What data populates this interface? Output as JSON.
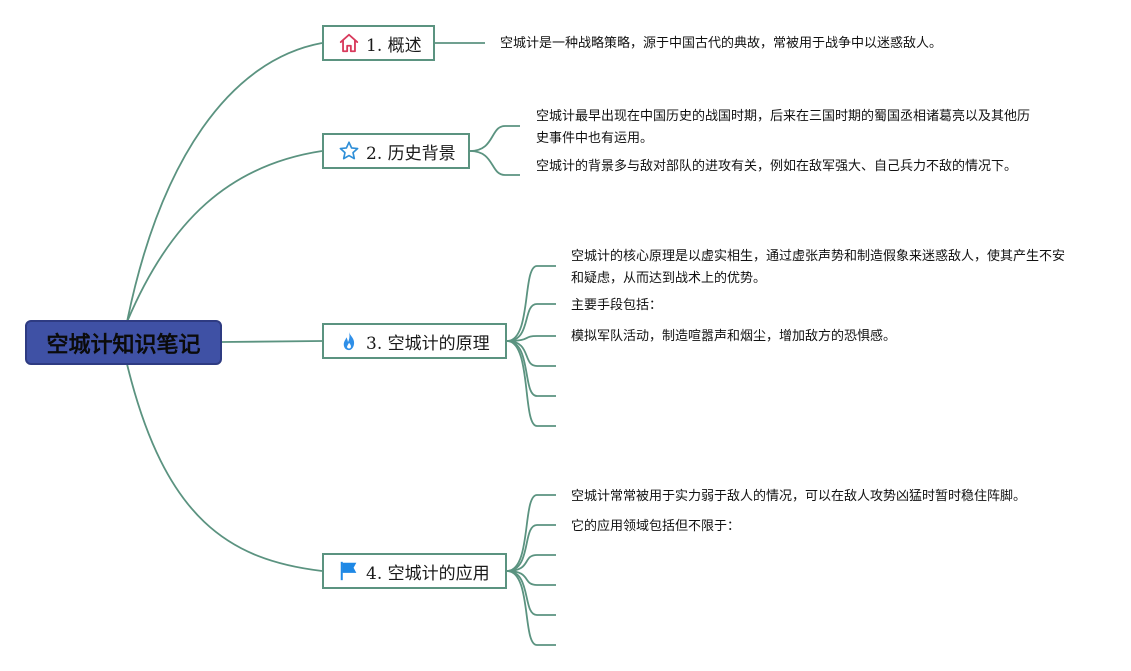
{
  "root": {
    "title": "空城计知识笔记"
  },
  "topics": [
    {
      "label": "1. 概述",
      "icon": "home-icon",
      "icon_color": "#d83a5c",
      "leaves": [
        "空城计是一种战略策略，源于中国古代的典故，常被用于战争中以迷惑敌人。"
      ]
    },
    {
      "label": "2. 历史背景",
      "icon": "star-icon",
      "icon_color": "#2f8fd8",
      "leaves": [
        "空城计最早出现在中国历史的战国时期，后来在三国时期的蜀国丞相诸葛亮以及其他历史事件中也有运用。",
        "空城计的背景多与敌对部队的进攻有关，例如在敌军强大、自己兵力不敌的情况下。"
      ]
    },
    {
      "label": "3. 空城计的原理",
      "icon": "flame-icon",
      "icon_color": "#2f8fe8",
      "leaves": [
        "空城计的核心原理是以虚实相生，通过虚张声势和制造假象来迷惑敌人，使其产生不安和疑虑，从而达到战术上的优势。",
        "主要手段包括：",
        "模拟军队活动，制造喧嚣声和烟尘，增加敌方的恐惧感。",
        "",
        "",
        ""
      ]
    },
    {
      "label": "4. 空城计的应用",
      "icon": "flag-icon",
      "icon_color": "#1e88e5",
      "leaves": [
        "空城计常常被用于实力弱于敌人的情况，可以在敌人攻势凶猛时暂时稳住阵脚。",
        "它的应用领域包括但不限于：",
        "",
        "",
        "",
        ""
      ]
    }
  ],
  "colors": {
    "line": "#5b9380",
    "root_fill": "#3f51a5",
    "root_border": "#2e3b82"
  }
}
